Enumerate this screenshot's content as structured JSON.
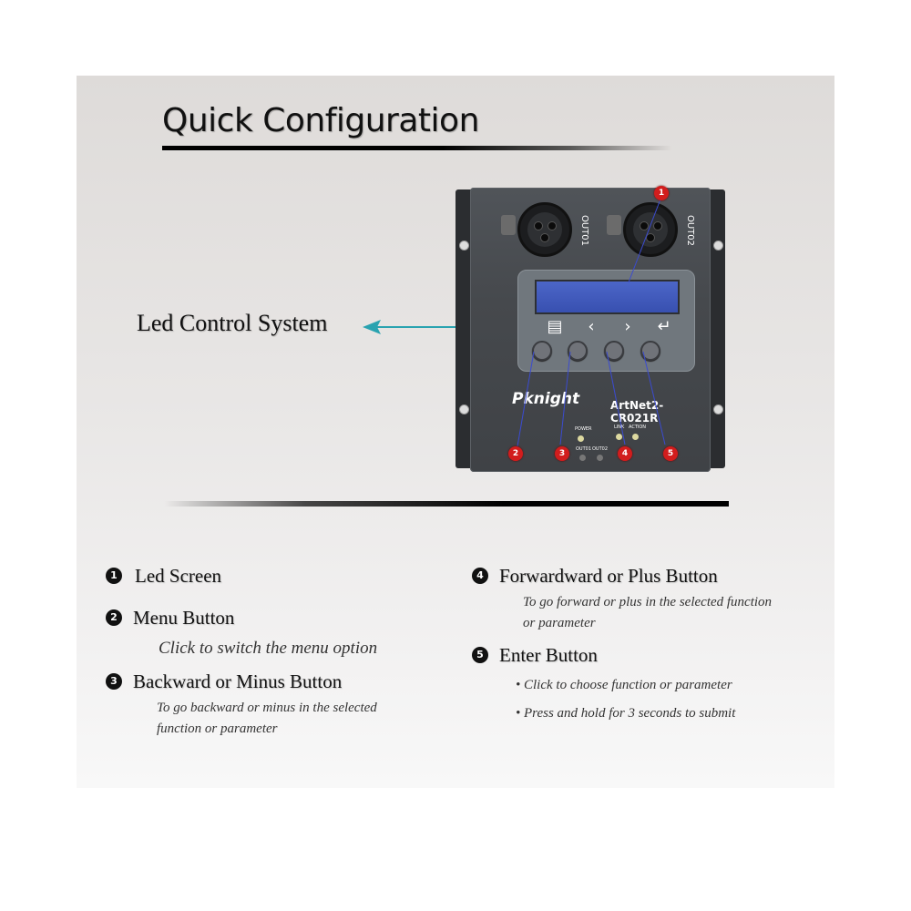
{
  "title": "Quick Configuration",
  "callout": {
    "label": "Led Control System"
  },
  "device": {
    "brand": "Pknight",
    "model": "ArtNet2-CR021R",
    "ports": [
      "OUT01",
      "OUT02"
    ],
    "indicators": {
      "power": "POWER",
      "link": "LINK",
      "action": "ACTION",
      "out1": "OUT01",
      "out2": "OUT02"
    },
    "button_icons": [
      "menu-icon",
      "chevron-left-icon",
      "chevron-right-icon",
      "enter-icon"
    ],
    "button_glyphs": [
      "▤",
      "‹",
      "›",
      "↵"
    ],
    "badges": [
      "1",
      "2",
      "3",
      "4",
      "5"
    ],
    "colors": {
      "body": "#46494d",
      "lcd": "#4560c0",
      "badge": "#d21d1d",
      "callout_arrow": "#2aa3b0"
    }
  },
  "items": [
    {
      "num": "1",
      "title": "Led Screen",
      "lines": []
    },
    {
      "num": "2",
      "title": "Menu Button",
      "lines": [
        "Click to switch the menu option"
      ]
    },
    {
      "num": "3",
      "title": "Backward or Minus Button",
      "lines": [
        "To go backward or minus in the selected",
        "function or parameter"
      ]
    },
    {
      "num": "4",
      "title": "Forwardward or Plus Button",
      "lines": [
        "To go forward or plus in the selected function",
        "or parameter"
      ]
    },
    {
      "num": "5",
      "title": "Enter Button",
      "lines": [
        "• Click to choose function or parameter",
        "• Press and hold for 3 seconds to submit"
      ]
    }
  ]
}
